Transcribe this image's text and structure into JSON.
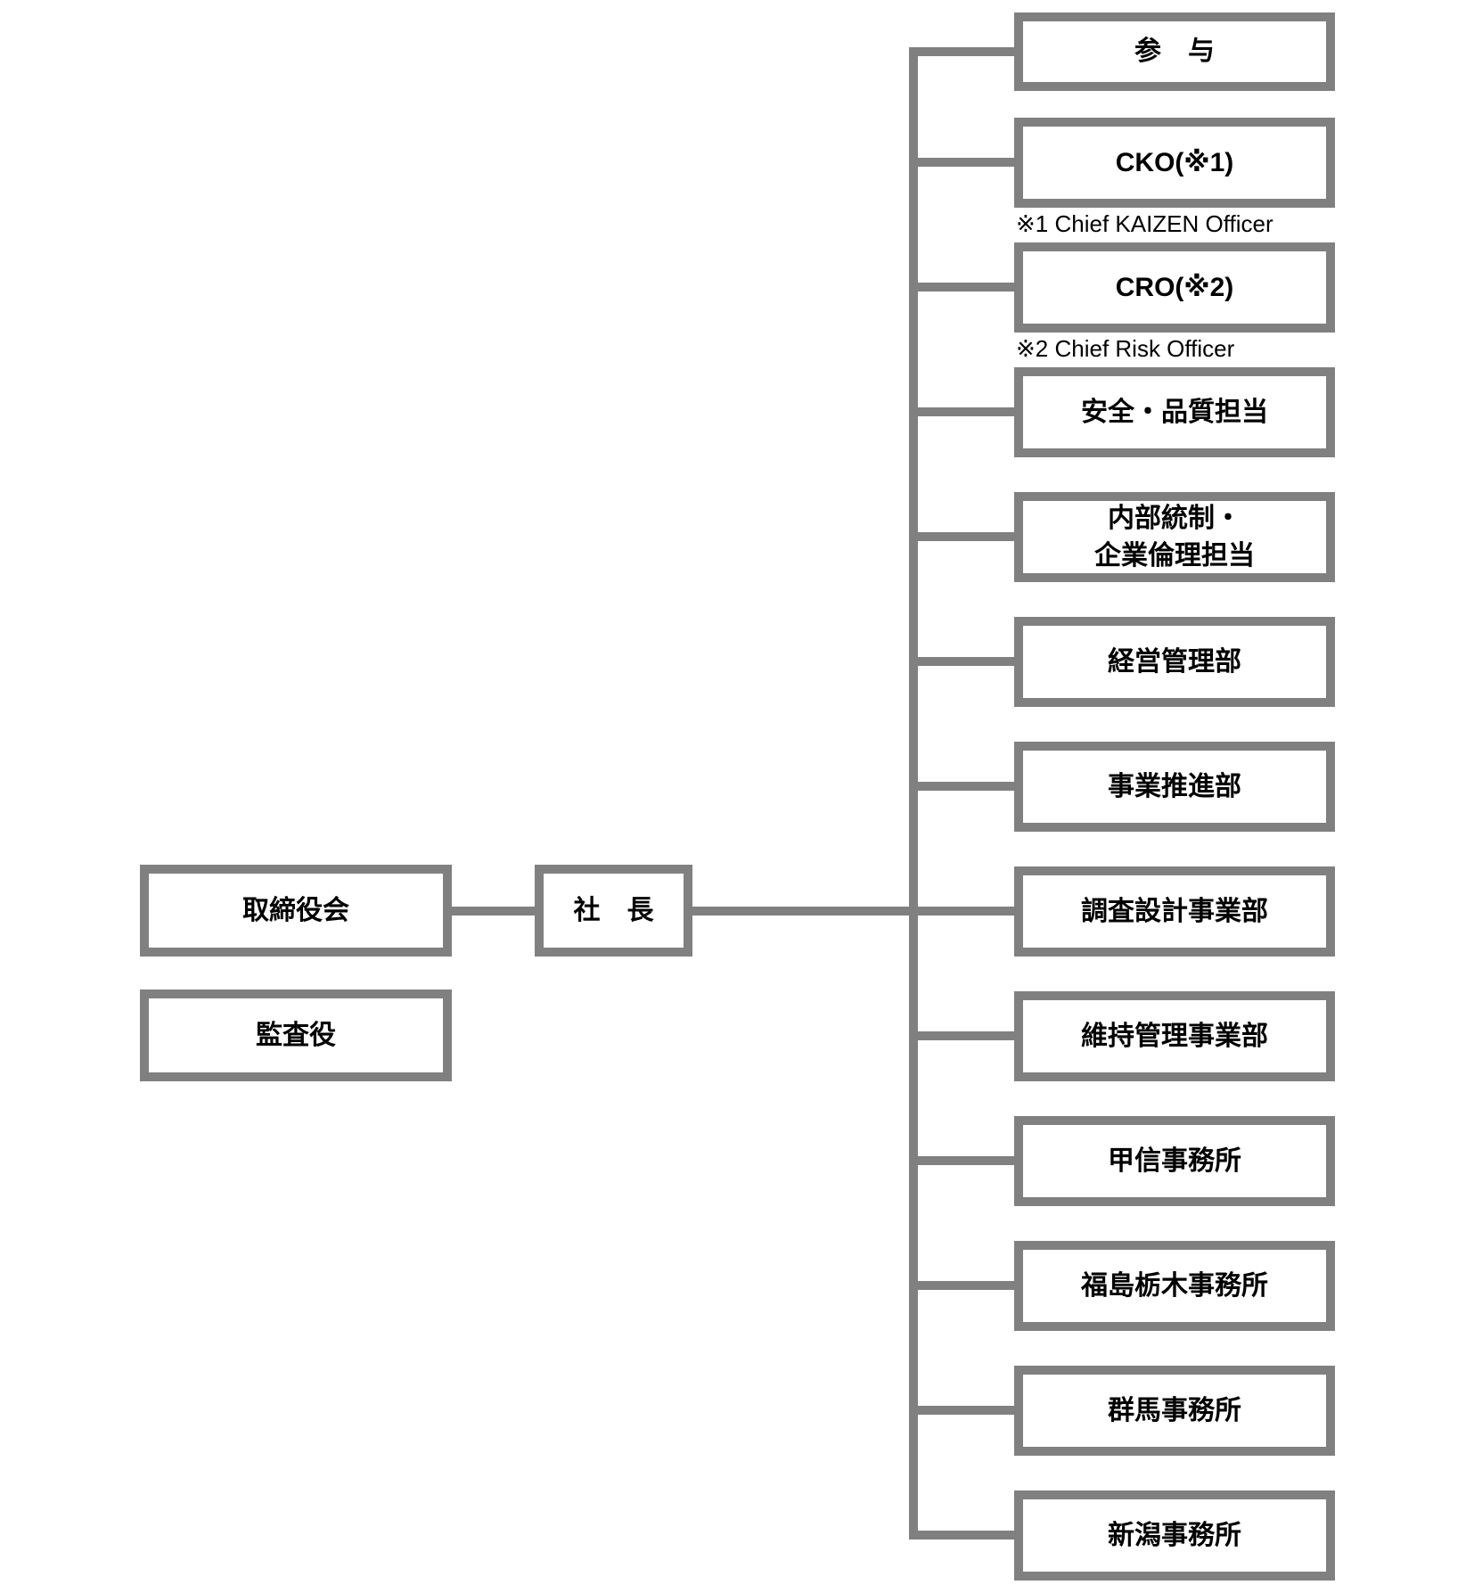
{
  "colors": {
    "line": "#808080",
    "text": "#000000",
    "background": "#ffffff"
  },
  "left_column": {
    "board": {
      "label": "取締役会"
    },
    "auditor": {
      "label": "監査役"
    }
  },
  "president": {
    "label": "社　長"
  },
  "departments": [
    {
      "id": "sanyo",
      "label": "参　与"
    },
    {
      "id": "cko",
      "label": "CKO(※1)",
      "note": "※1 Chief KAIZEN Officer"
    },
    {
      "id": "cro",
      "label": "CRO(※2)",
      "note": "※2 Chief Risk Officer"
    },
    {
      "id": "safety-quality",
      "label": "安全・品質担当"
    },
    {
      "id": "internal-control-ethics",
      "label": "内部統制・\n企業倫理担当"
    },
    {
      "id": "management-admin-dept",
      "label": "経営管理部"
    },
    {
      "id": "business-promotion-dept",
      "label": "事業推進部"
    },
    {
      "id": "survey-design-dept",
      "label": "調査設計事業部"
    },
    {
      "id": "maintenance-dept",
      "label": "維持管理事業部"
    },
    {
      "id": "koshin-office",
      "label": "甲信事務所"
    },
    {
      "id": "fukushima-tochigi-office",
      "label": "福島栃木事務所"
    },
    {
      "id": "gunma-office",
      "label": "群馬事務所"
    },
    {
      "id": "niigata-office",
      "label": "新潟事務所"
    }
  ]
}
